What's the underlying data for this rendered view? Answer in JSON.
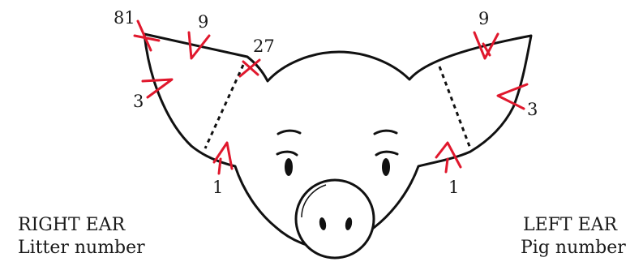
{
  "captions": {
    "right_ear": {
      "title": "RIGHT EAR",
      "subtitle": "Litter number"
    },
    "left_ear": {
      "title": "LEFT EAR",
      "subtitle": "Pig number"
    }
  },
  "notches": {
    "right_ear": {
      "tip": "81",
      "top": "9",
      "inner_top": "27",
      "outer": "3",
      "base": "1"
    },
    "left_ear": {
      "top": "9",
      "outer": "3",
      "base": "1"
    }
  },
  "colors": {
    "outline": "#111111",
    "notch_mark": "#e0182d"
  }
}
